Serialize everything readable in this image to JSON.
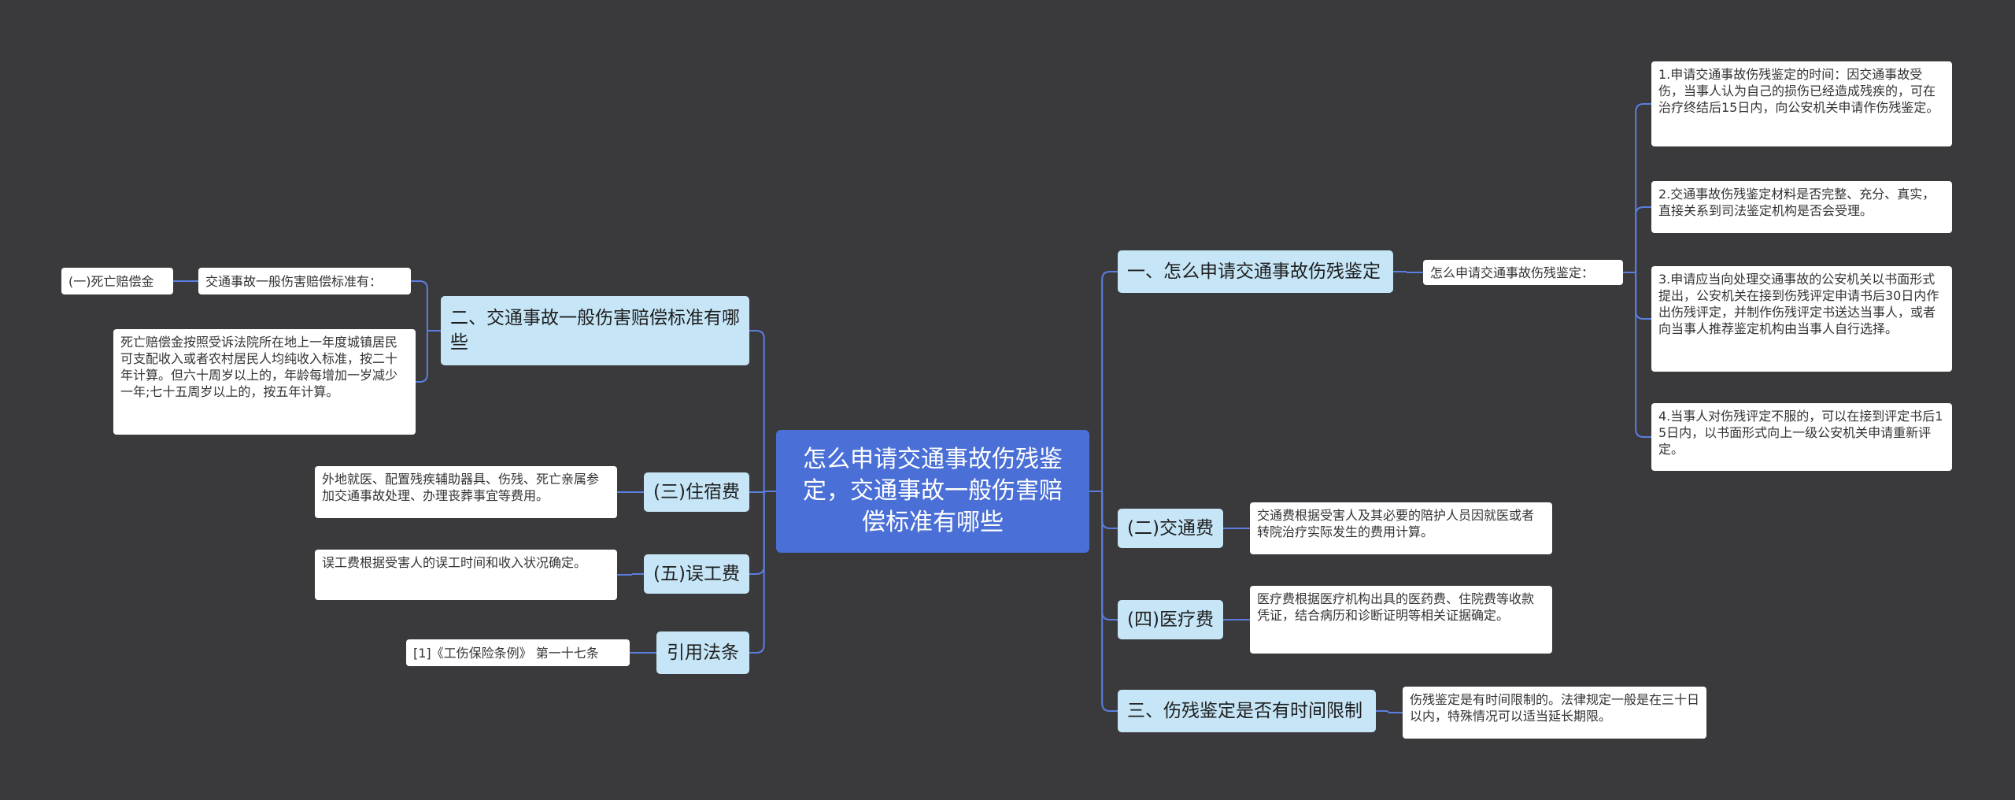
{
  "root": {
    "title": "怎么申请交通事故伤残鉴定，交通事故一般伤害赔偿标准有哪些"
  },
  "right": {
    "branch1": {
      "label": "一、怎么申请交通事故伤残鉴定",
      "sub": "怎么申请交通事故伤残鉴定：",
      "items": [
        "1.申请交通事故伤残鉴定的时间：因交通事故受伤，当事人认为自己的损伤已经造成残疾的，可在治疗终结后15日内，向公安机关申请作伤残鉴定。",
        "2.交通事故伤残鉴定材料是否完整、充分、真实，直接关系到司法鉴定机构是否会受理。",
        "3.申请应当向处理交通事故的公安机关以书面形式提出，公安机关在接到伤残评定申请书后30日内作出伤残评定，并制作伤残评定书送达当事人，或者向当事人推荐鉴定机构由当事人自行选择。",
        "4.当事人对伤残评定不服的，可以在接到评定书后15日内，以书面形式向上一级公安机关申请重新评定。"
      ]
    },
    "branch2": {
      "label": "(二)交通费",
      "detail": "交通费根据受害人及其必要的陪护人员因就医或者转院治疗实际发生的费用计算。"
    },
    "branch3": {
      "label": "(四)医疗费",
      "detail": "医疗费根据医疗机构出具的医药费、住院费等收款凭证，结合病历和诊断证明等相关证据确定。"
    },
    "branch4": {
      "label": "三、伤残鉴定是否有时间限制",
      "detail": "伤残鉴定是有时间限制的。法律规定一般是在三十日以内，特殊情况可以适当延长期限。"
    }
  },
  "left": {
    "branch1": {
      "label": "二、交通事故一般伤害赔偿标准有哪些",
      "sub": "交通事故一般伤害赔偿标准有：",
      "sub_child": "(一)死亡赔偿金",
      "detail": "死亡赔偿金按照受诉法院所在地上一年度城镇居民可支配收入或者农村居民人均纯收入标准，按二十年计算。但六十周岁以上的，年龄每增加一岁减少一年;七十五周岁以上的，按五年计算。"
    },
    "branch2": {
      "label": "(三)住宿费",
      "detail": "外地就医、配置残疾辅助器具、伤残、死亡亲属参加交通事故处理、办理丧葬事宜等费用。"
    },
    "branch3": {
      "label": "(五)误工费",
      "detail": "误工费根据受害人的误工时间和收入状况确定。"
    },
    "branch4": {
      "label": "引用法条",
      "detail": "[1]《工伤保险条例》 第一十七条"
    }
  },
  "colors": {
    "background": "#3a393b",
    "root": "#4a6fd6",
    "branch": "#c6e6f7",
    "leaf": "#ffffff",
    "line": "#5b7fe0"
  }
}
